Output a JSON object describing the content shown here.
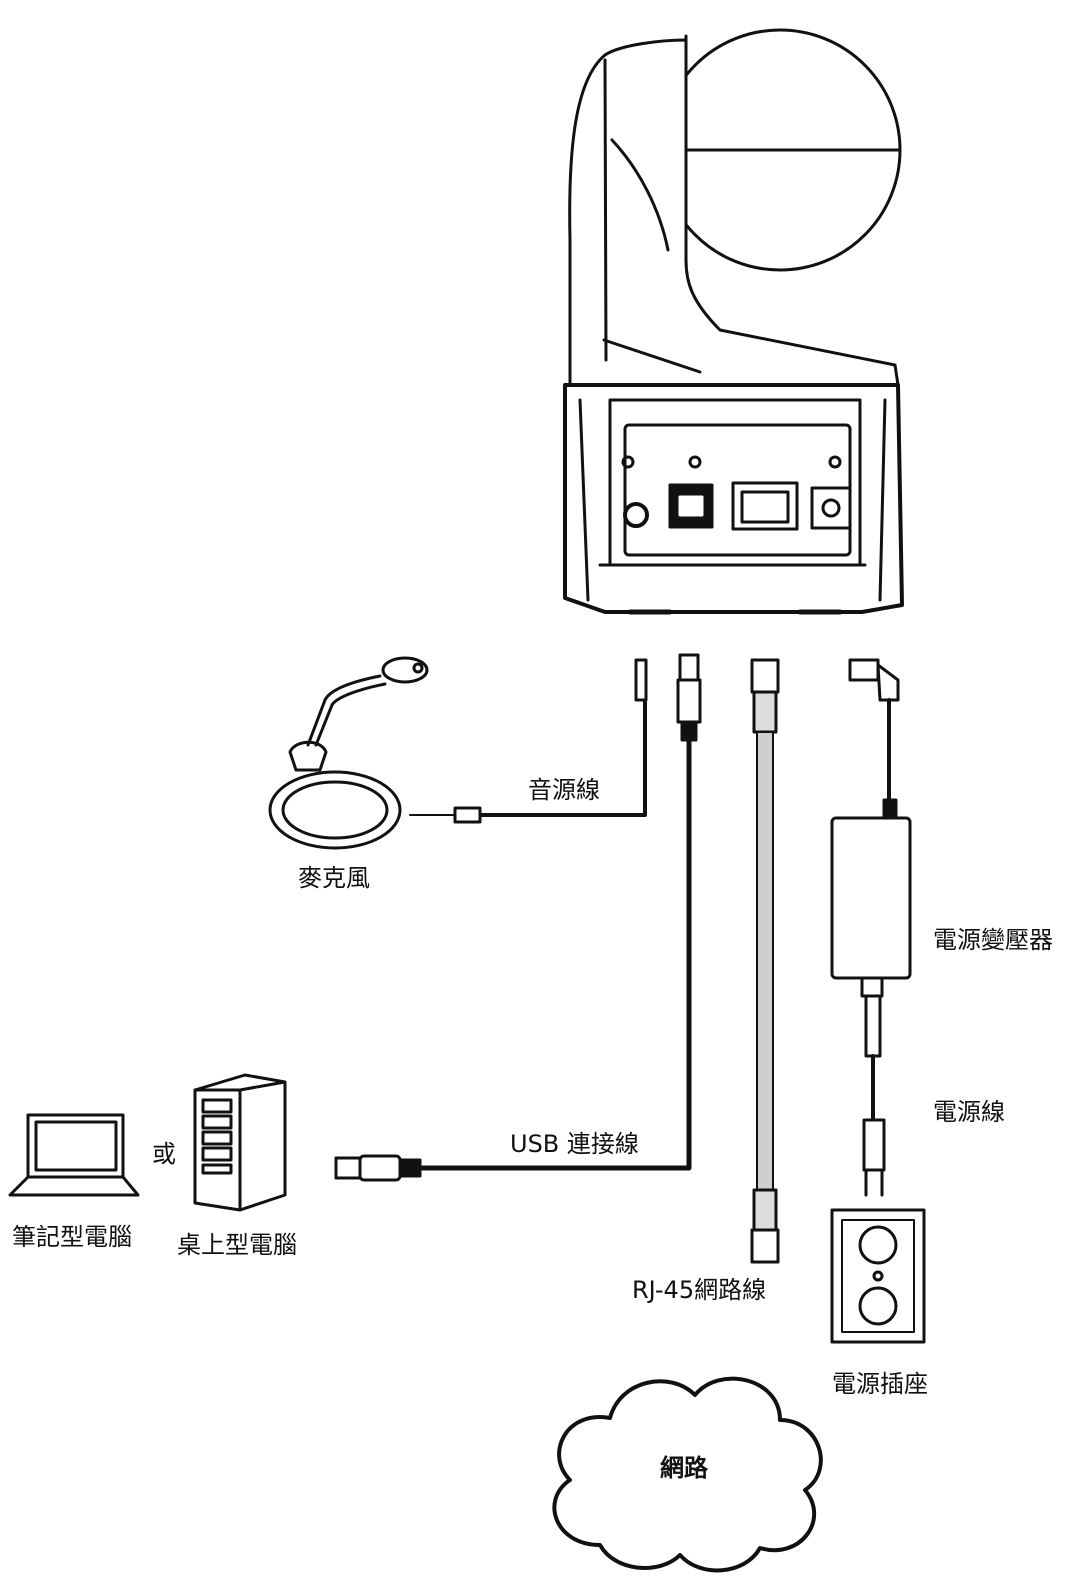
{
  "labels": {
    "audio_cable": "音源線",
    "microphone": "麥克風",
    "power_adapter": "電源變壓器",
    "power_cord": "電源線",
    "or": "或",
    "usb_cable": "USB 連接線",
    "laptop": "筆記型電腦",
    "desktop": "桌上型電腦",
    "rj45_cable": "RJ-45網路線",
    "power_outlet": "電源插座",
    "network": "網路"
  },
  "colors": {
    "line": "#111111",
    "cable_gray": "#cfcfcf",
    "background": "#ffffff"
  }
}
